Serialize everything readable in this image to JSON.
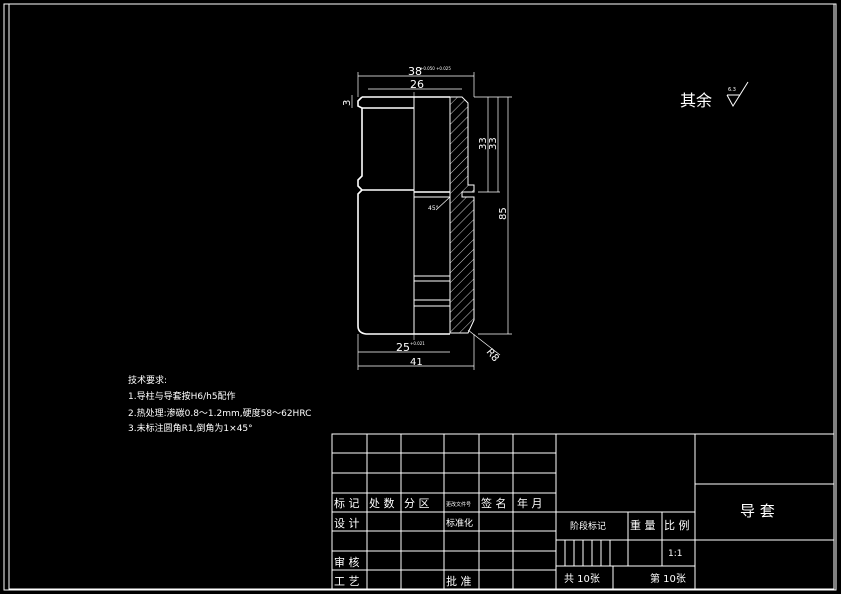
{
  "remark": {
    "text": "其余",
    "roughness": "6.3"
  },
  "dimensions": {
    "top_width": "38",
    "top_width_tol": "+0.050 +0.025",
    "bore": "26",
    "collar": "3",
    "len33a": "33",
    "len33b": "33",
    "total": "85",
    "bottom_bore": "25",
    "bottom_bore_tol": "+0.021",
    "outer": "41",
    "radius": "R8",
    "angle": "45°"
  },
  "tech_req": {
    "heading": "技术要求:",
    "items": [
      "1.导柱与导套按H6/h5配作",
      "2.热处理:渗碳0.8～1.2mm,硬度58～62HRC",
      "3.未标注圆角R1,倒角为1×45°"
    ]
  },
  "title_block": {
    "headers": [
      "标 记",
      "处 数",
      "分 区",
      "更改文件号",
      "签 名",
      "年 月"
    ],
    "design": "设 计",
    "standardize": "标准化",
    "stage_mark": "阶段标记",
    "weight": "重 量",
    "scale_label": "比 例",
    "scale_value": "1:1",
    "review": "审 核",
    "process": "工 艺",
    "approve": "批 准",
    "sheets_total": "共 10张",
    "sheet_no": "第 10张",
    "part_name": "导 套"
  }
}
